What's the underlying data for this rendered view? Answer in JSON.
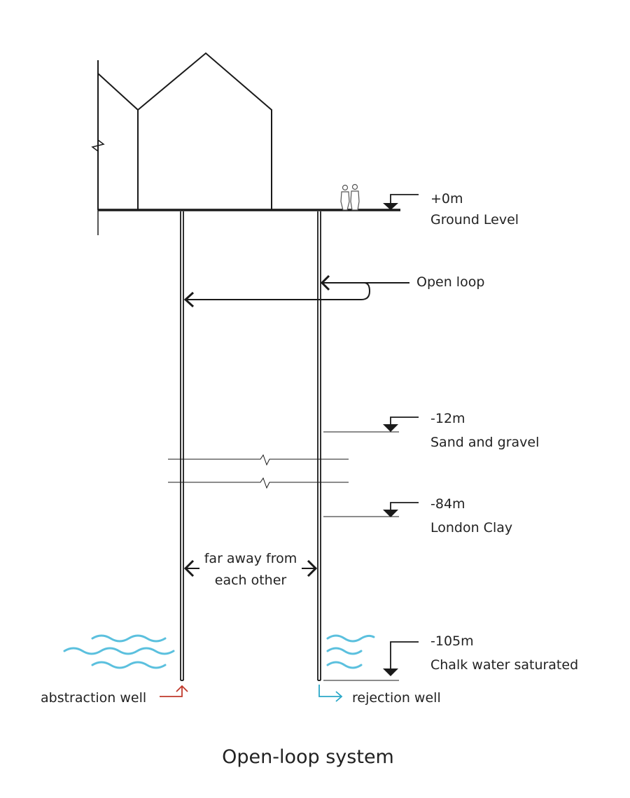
{
  "title": "Open-loop system",
  "levels": [
    {
      "depth": "+0m",
      "name": "Ground Level"
    },
    {
      "depth": "-12m",
      "name": "Sand and gravel"
    },
    {
      "depth": "-84m",
      "name": "London Clay"
    },
    {
      "depth": "-105m",
      "name": "Chalk water saturated"
    }
  ],
  "open_loop_label": "Open loop",
  "separation_label": {
    "line1": "far away from",
    "line2": "each other"
  },
  "wells": {
    "abstraction": "abstraction well",
    "rejection": "rejection well"
  },
  "colors": {
    "ink": "#1a1a1a",
    "water": "#5bc0de",
    "abstraction_arrow": "#c0392b",
    "rejection_arrow": "#2ba8c8"
  }
}
